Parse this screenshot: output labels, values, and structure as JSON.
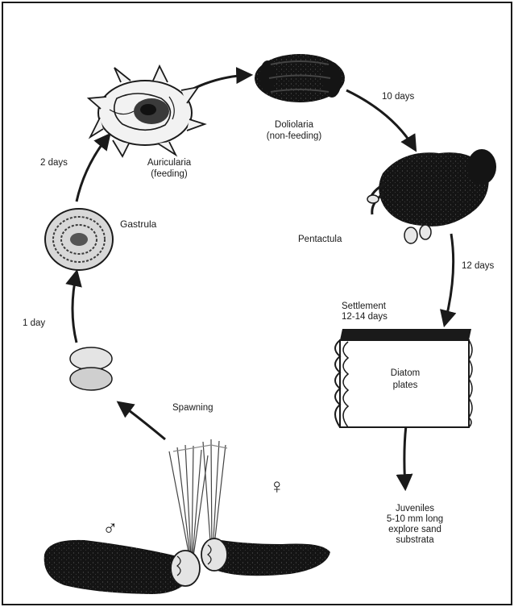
{
  "stages": {
    "auricularia": [
      "Auricularia",
      "(feeding)"
    ],
    "doliolaria": [
      "Doliolaria",
      "(non-feeding)"
    ],
    "gastrula": "Gastrula",
    "pentactula": "Pentactula",
    "settlement": [
      "Settlement",
      "12-14 days"
    ],
    "diatom": [
      "Diatom",
      "plates"
    ],
    "spawning": "Spawning",
    "juveniles": [
      "Juveniles",
      "5-10 mm long",
      "explore sand",
      "substrata"
    ]
  },
  "durations": {
    "two_days": "2 days",
    "ten_days": "10 days",
    "twelve_days": "12 days",
    "one_day": "1 day"
  },
  "symbols": {
    "male": "♂",
    "female": "♀"
  },
  "colors": {
    "ink": "#1a1a1a",
    "dark_body": "#141414",
    "light_body": "#d6d6d6",
    "paper": "#ffffff"
  }
}
